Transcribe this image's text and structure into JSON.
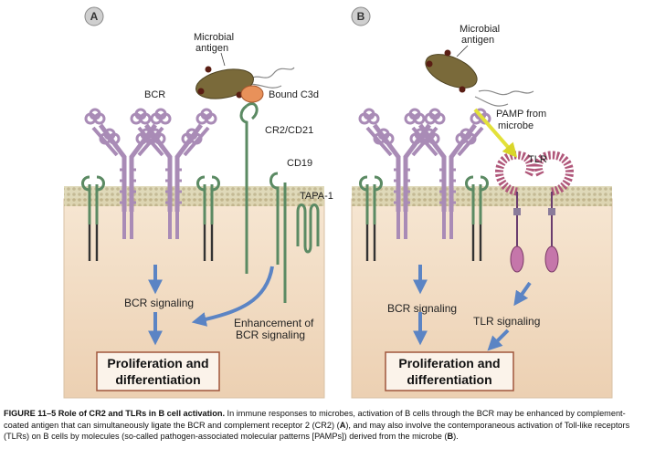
{
  "panels": {
    "a": {
      "letter": "A",
      "microbial_antigen": [
        "Microbial",
        "antigen"
      ],
      "bound_c3d": "Bound C3d",
      "bcr": "BCR",
      "cr2": "CR2/CD21",
      "cd19": "CD19",
      "tapa": "TAPA-1",
      "bcr_signaling": "BCR signaling",
      "enhancement": [
        "Enhancement of",
        "BCR signaling"
      ],
      "outcome": [
        "Proliferation and",
        "differentiation"
      ]
    },
    "b": {
      "letter": "B",
      "microbial_antigen": [
        "Microbial",
        "antigen"
      ],
      "pamp": [
        "PAMP from",
        "microbe"
      ],
      "tlr": "TLR",
      "bcr_signaling": "BCR signaling",
      "tlr_signaling": "TLR signaling",
      "outcome": [
        "Proliferation and",
        "differentiation"
      ]
    }
  },
  "caption": {
    "title": "FIGURE 11–5 Role of CR2 and TLRs in B cell activation.",
    "part1": " In immune responses to microbes, activation of B cells through the BCR may be enhanced by complement-coated antigen that can simultaneously ligate the BCR and complement receptor 2 (CR2) (",
    "ref_a": "A",
    "part2": "), and may also involve the contemporaneous activation of Toll-like receptors (TLRs) on B cells by molecules (so-called pathogen-associated molecular patterns [PAMPs]) derived from the microbe (",
    "ref_b": "B",
    "part3": ")."
  },
  "colors": {
    "cell_interior": "#f2dcc4",
    "membrane": "#cfc7a0",
    "bcr": "#a98bb6",
    "green_receptor": "#5b8a63",
    "tlr_stripe": "#b0577a",
    "microbe": "#7a6a3a",
    "c3d": "#e8915a",
    "arrow": "#5b84c4",
    "pamp_arrow": "#e3e13a",
    "box_border": "#a0563c"
  }
}
